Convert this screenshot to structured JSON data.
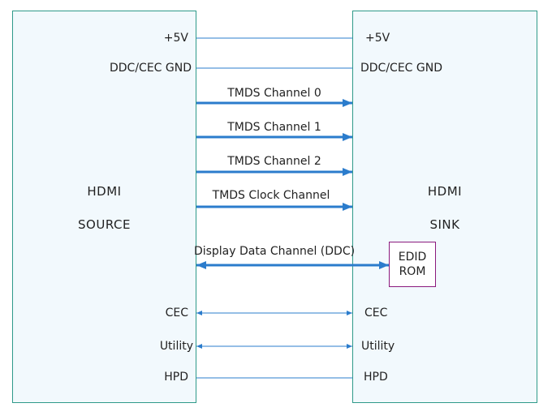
{
  "source": {
    "title": "HDMI",
    "subtitle": "SOURCE"
  },
  "sink": {
    "title": "HDMI",
    "subtitle": "SINK"
  },
  "edid": {
    "line1": "EDID",
    "line2": "ROM"
  },
  "signals": {
    "power": "+5V",
    "ddc_cec_gnd": "DDC/CEC GND",
    "tmds0": "TMDS Channel 0",
    "tmds1": "TMDS Channel 1",
    "tmds2": "TMDS Channel 2",
    "tmds_clock": "TMDS Clock Channel",
    "ddc": "Display Data Channel (DDC)",
    "cec": "CEC",
    "utility": "Utility",
    "hpd": "HPD"
  },
  "colors": {
    "box_border": "#2f9a8a",
    "box_fill": "#f2f9fd",
    "line": "#2b7ccc",
    "edid_border": "#8b1a7d"
  }
}
